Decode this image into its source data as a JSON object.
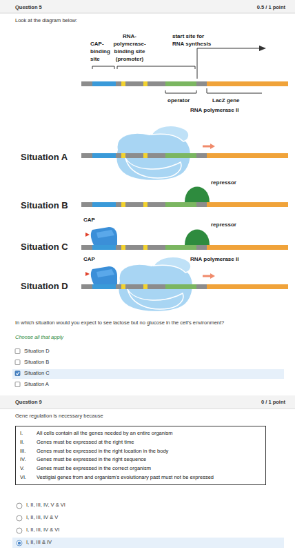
{
  "diagram": {
    "nodes": [
      {
        "text": [
          "I.",
          "All cells contain all the genes needed by an entire organism",
          "II.",
          "Genes must be expressed at the right time",
          "III.",
          "Genes must be expressed in the right location in the body",
          "IV.",
          "Genes must be expressed in the right sequence",
          "V.",
          "Genes must be expressed in the correct organism",
          "VI.",
          "Vestigial genes from and organism's evolutionary past must not be expressed"
        ]
      }
    ],
    "labels": [
      "Question 5",
      "0.5 / 1 point",
      "Look at the diagram below:",
      "CAP-binding site",
      "RNA-polymerase-binding site (promoter)",
      "start site for RNA synthesis",
      "operator",
      "LacZ gene",
      "Situation A",
      "RNA polymerase II",
      "Situation B",
      "repressor",
      "CAP",
      "Situation C",
      "repressor",
      "CAP",
      "Situation D",
      "RNA polymerase II",
      "In which situation would you expect to see lactose but no glucose in the cell's environment?",
      "Choose all that apply",
      "Situation D",
      "Situation B",
      "Situation C",
      "Situation A",
      "Question 9",
      "0 / 1 point",
      "Gene regulation is necessary because",
      "I, II, III, IV, V & VI",
      "I, II, III, IV & V",
      "I, II, III, IV & VI",
      "I, II, III & IV"
    ]
  }
}
